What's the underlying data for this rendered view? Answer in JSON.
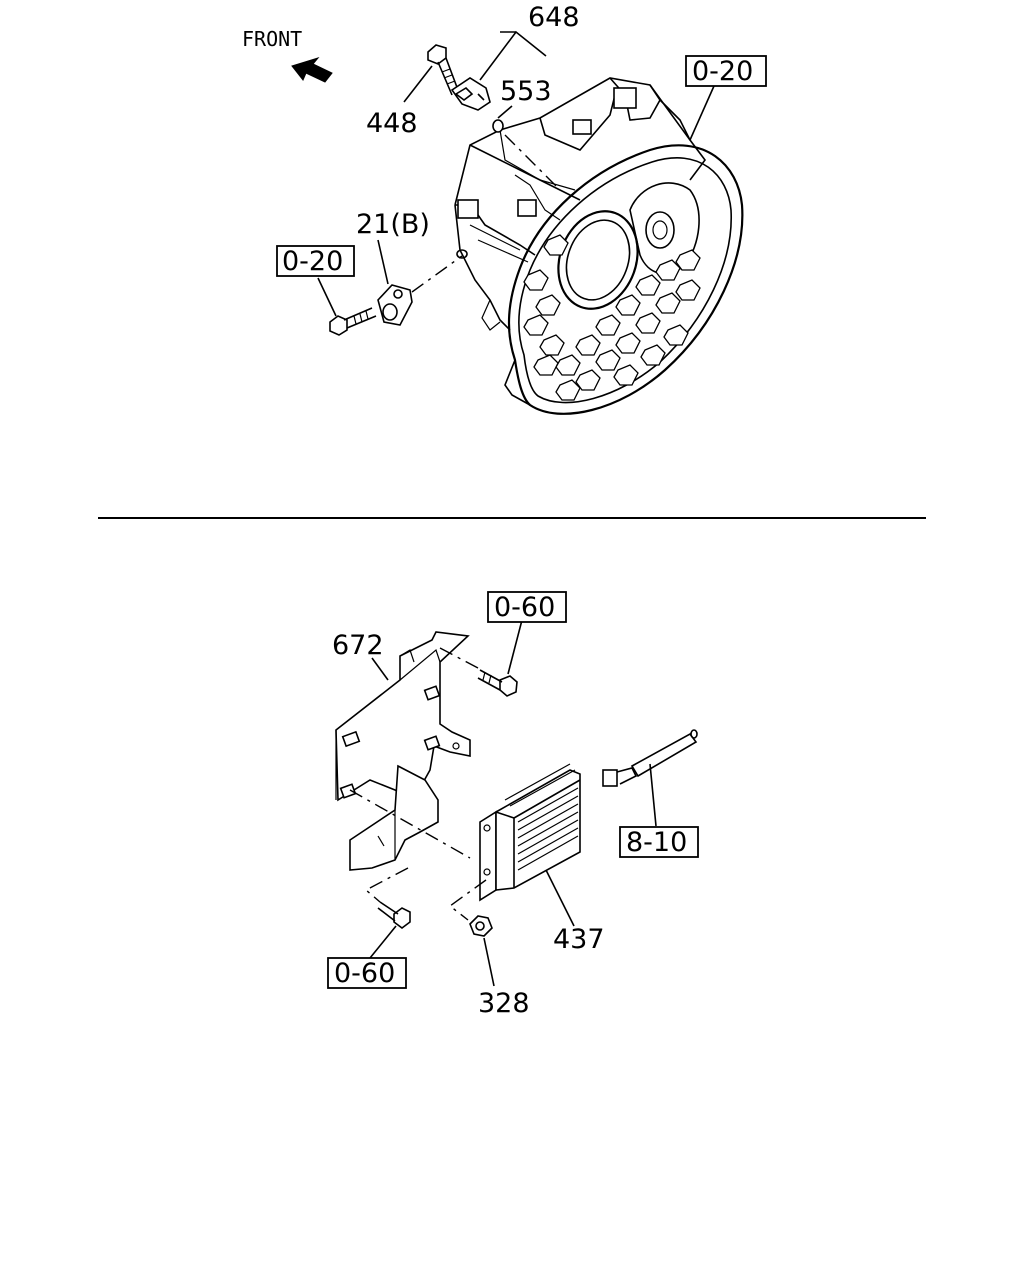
{
  "top_diagram": {
    "front_label": "FRONT",
    "callouts": {
      "c648": "648",
      "c553": "553",
      "c448": "448",
      "c21b": "21(B)",
      "ref_020_top": "0-20",
      "ref_020_left": "0-20"
    }
  },
  "bottom_diagram": {
    "callouts": {
      "c672": "672",
      "c437": "437",
      "c328": "328",
      "ref_060_top": "0-60",
      "ref_060_bottom": "0-60",
      "ref_810": "8-10"
    }
  },
  "icons": [
    "front-arrow-icon"
  ]
}
